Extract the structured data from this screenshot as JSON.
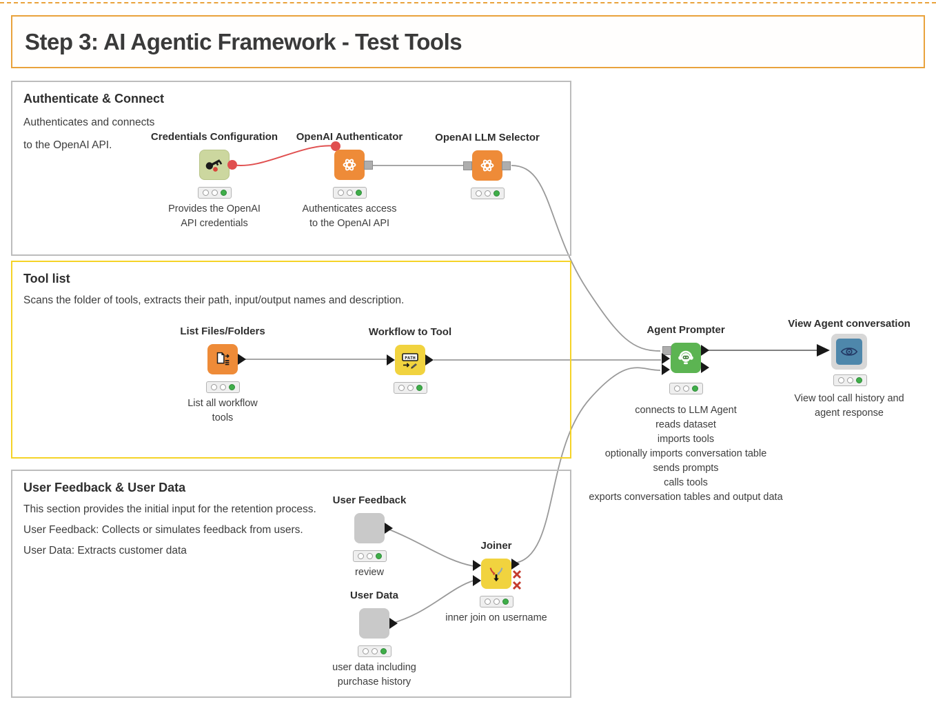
{
  "colors": {
    "accent_orange": "#e9a23b",
    "tool_yellow": "#f5d327",
    "node_orange": "#ee8b38",
    "node_yellow": "#f1d33f",
    "node_green": "#5cb452",
    "node_gray": "#c9c9c9",
    "node_olive": "#ccd79f",
    "node_blue": "#4e87ab",
    "status_green": "#3fae49",
    "wire_gray": "#999999",
    "wire_red": "#e04f4f"
  },
  "title": {
    "text": "Step 3: AI Agentic Framework - Test Tools"
  },
  "sections": {
    "auth": {
      "title": "Authenticate & Connect",
      "lines": [
        "Authenticates and connects",
        "to the OpenAI API."
      ]
    },
    "tool_list": {
      "title": "Tool list",
      "lines": [
        "Scans the folder of tools, extracts their path, input/output names and description."
      ]
    },
    "user": {
      "title": "User Feedback & User Data",
      "lines": [
        "This section provides the initial input for the retention process.",
        "User Feedback: Collects or simulates feedback from users.",
        "User Data: Extracts customer data"
      ]
    }
  },
  "nodes": {
    "credentials": {
      "label": "Credentials Configuration",
      "caption": [
        "Provides the OpenAI",
        "API credentials"
      ]
    },
    "authenticator": {
      "label": "OpenAI Authenticator",
      "caption": [
        "Authenticates access",
        "to the OpenAI API"
      ]
    },
    "llm_selector": {
      "label": "OpenAI LLM Selector"
    },
    "list_files": {
      "label": "List Files/Folders",
      "caption": [
        "List all workflow",
        "tools"
      ]
    },
    "workflow_to_tool": {
      "label": "Workflow to Tool"
    },
    "user_feedback": {
      "label": "User Feedback",
      "caption": [
        "review"
      ]
    },
    "user_data": {
      "label": "User Data",
      "caption": [
        "user data including",
        "purchase history"
      ]
    },
    "joiner": {
      "label": "Joiner",
      "caption": [
        "inner join on username"
      ]
    },
    "agent_prompter": {
      "label": "Agent Prompter",
      "caption": [
        "connects to LLM Agent",
        "reads dataset",
        "imports tools",
        "optionally imports conversation table",
        "sends prompts",
        "calls tools",
        "exports conversation tables and output data"
      ]
    },
    "view_conversation": {
      "label": "View Agent conversation",
      "caption": [
        "View tool call history and",
        "agent response"
      ]
    }
  }
}
